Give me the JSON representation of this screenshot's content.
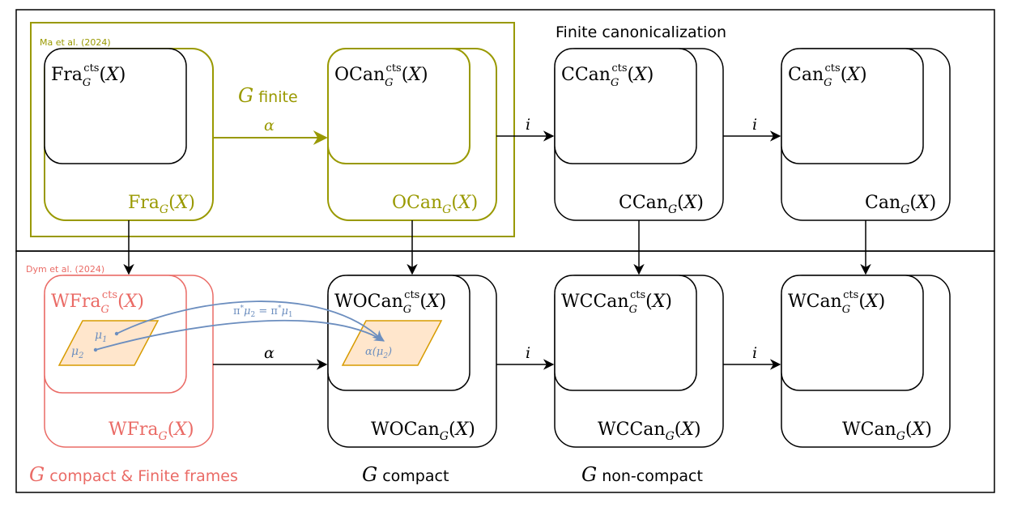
{
  "colors": {
    "black": "#000000",
    "olive": "#999900",
    "salmon": "#ea6b66",
    "blue": "#6c8ebf",
    "fill_orange": "#ffe6cc",
    "stroke_orange": "#d79b00"
  },
  "regions": {
    "top_title": "Finite canonicalization",
    "ma_label": "Ma et al. (2024)",
    "dym_label": "Dym et al. (2024)"
  },
  "captions": {
    "g_finite": {
      "var": "G",
      "text": " finite"
    },
    "g_compact_finite_frames": {
      "var": "G",
      "text": " compact & Finite frames"
    },
    "g_compact": {
      "var": "G",
      "text": " compact"
    },
    "g_noncompact": {
      "var": "G",
      "text": " non-compact"
    }
  },
  "nodes": {
    "fra": {
      "name": "Fra",
      "sub": "G",
      "sup": "cts"
    },
    "ocan": {
      "name": "OCan",
      "sub": "G",
      "sup": "cts"
    },
    "ccan": {
      "name": "CCan",
      "sub": "G",
      "sup": "cts"
    },
    "can": {
      "name": "Can",
      "sub": "G",
      "sup": "cts"
    },
    "wfra": {
      "name": "WFra",
      "sub": "G",
      "sup": "cts"
    },
    "wocan": {
      "name": "WOCan",
      "sub": "G",
      "sup": "cts"
    },
    "wccan": {
      "name": "WCCan",
      "sub": "G",
      "sup": "cts"
    },
    "wcan": {
      "name": "WCan",
      "sub": "G",
      "sup": "cts"
    },
    "arg": "X"
  },
  "arrows": {
    "alpha": "α",
    "inclusion": "i"
  },
  "frame_points": {
    "mu1": "μ1",
    "mu2": "μ2",
    "equation": "π*μ2 = π*μ1",
    "alpha_mu2": "α(μ2)"
  }
}
